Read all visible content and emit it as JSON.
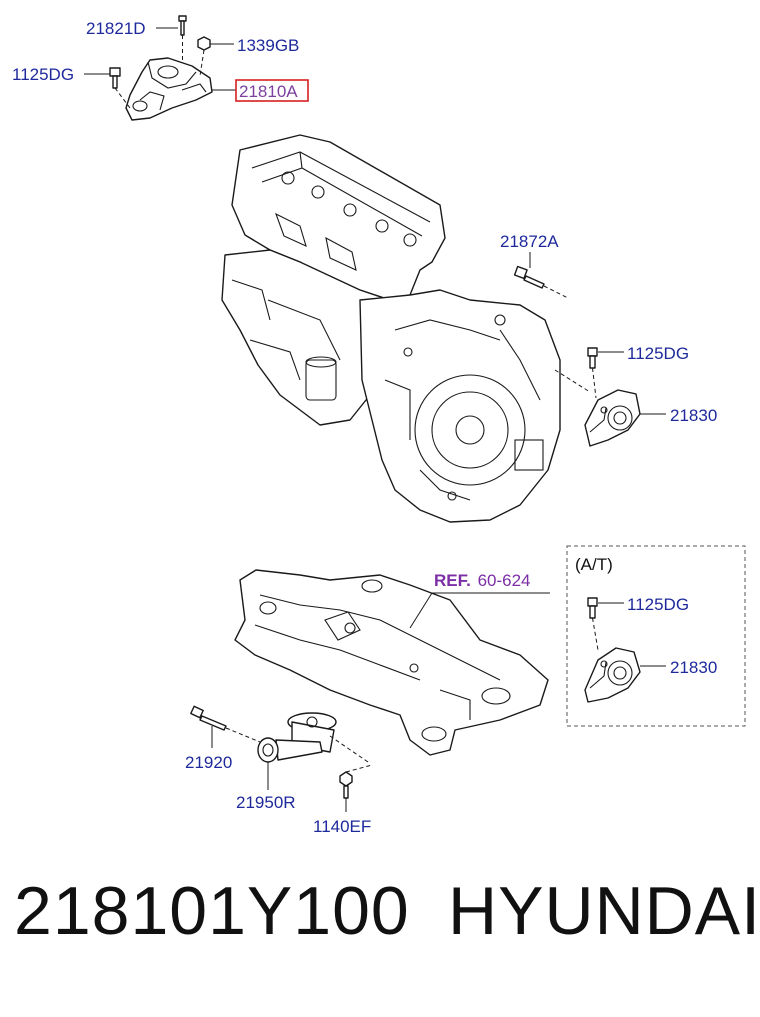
{
  "labels": {
    "l21821D": "21821D",
    "l1339GB": "1339GB",
    "l1125DG_top": "1125DG",
    "l21810A": "21810A",
    "l21872A": "21872A",
    "l1125DG_right": "1125DG",
    "l21830_right": "21830",
    "ref_prefix": "REF.",
    "ref_value": "60-624",
    "at_title": "(A/T)",
    "l1125DG_at": "1125DG",
    "l21830_at": "21830",
    "l21920": "21920",
    "l21950R": "21950R",
    "l1140EF": "1140EF"
  },
  "caption": {
    "part_number": "218101Y100",
    "brand": "HYUNDAI"
  },
  "colors": {
    "label": "#1e2a9c",
    "highlight_box": "#d62020",
    "highlight_text": "#7b3fa0",
    "ref": "#7b2ea6"
  }
}
